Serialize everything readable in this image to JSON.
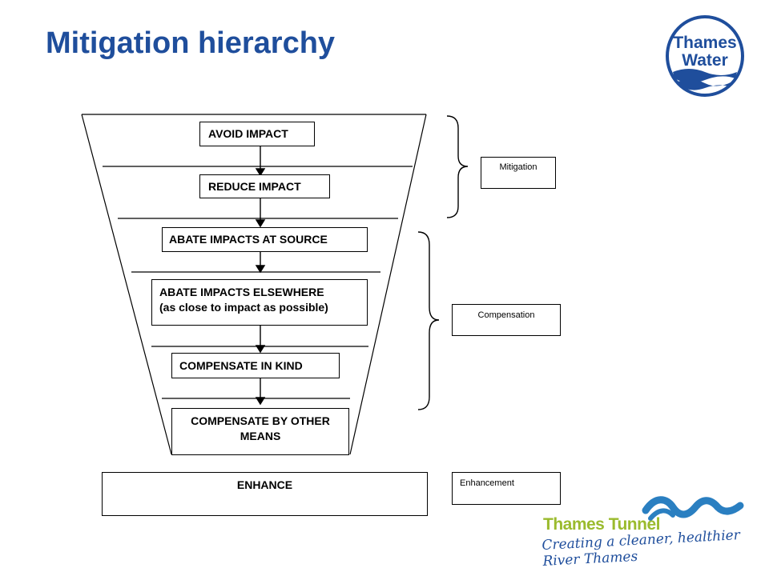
{
  "title": "Mitigation hierarchy",
  "steps": [
    "AVOID IMPACT",
    "REDUCE IMPACT",
    "ABATE IMPACTS AT SOURCE",
    "ABATE IMPACTS ELSEWHERE",
    "(as close to impact as possible)",
    "COMPENSATE IN KIND",
    "COMPENSATE BY OTHER",
    "MEANS"
  ],
  "enhance": "ENHANCE",
  "categories": {
    "mitigation": "Mitigation",
    "compensation": "Compensation",
    "enhancement": "Enhancement"
  },
  "logos": {
    "thames_water_line1": "Thames",
    "thames_water_line2": "Water",
    "thames_tunnel": "Thames Tunnel",
    "tagline": "Creating a cleaner, healthier River Thames"
  },
  "colors": {
    "title": "#1f4e9c",
    "thames_water_blue": "#1f4e9c",
    "thames_tunnel_green": "#9bbb2e",
    "wave_blue": "#2a7fc1"
  }
}
